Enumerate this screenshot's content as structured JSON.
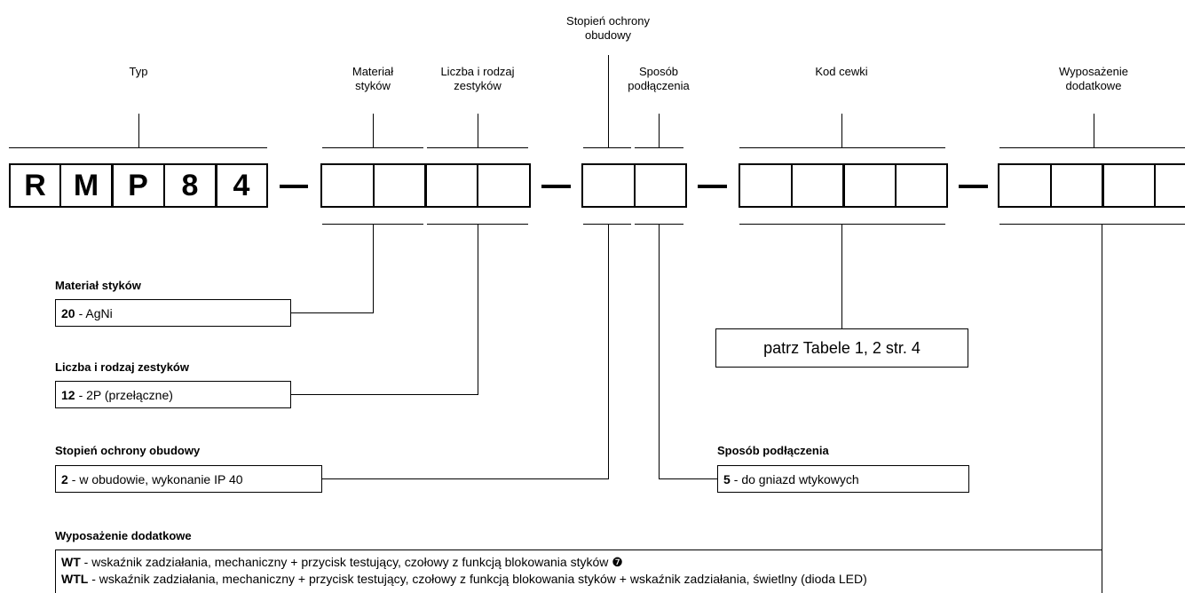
{
  "headers": {
    "typ": "Typ",
    "material": [
      "Materiał",
      "styków"
    ],
    "liczba": [
      "Liczba i rodzaj",
      "zestyków"
    ],
    "stopien": [
      "Stopień ochrony",
      "obudowy"
    ],
    "sposob": [
      "Sposób",
      "podłączenia"
    ],
    "kod": "Kod cewki",
    "wyposazenie": [
      "Wyposażenie",
      "dodatkowe"
    ]
  },
  "type_code": [
    "R",
    "M",
    "P",
    "8",
    "4"
  ],
  "dash": "–",
  "sections": {
    "material": {
      "title": "Materiał styków",
      "code": "20",
      "desc": " - AgNi"
    },
    "liczba": {
      "title": "Liczba i rodzaj zestyków",
      "code": "12",
      "desc": " - 2P (przełączne)"
    },
    "stopien": {
      "title": "Stopień ochrony obudowy",
      "code": "2",
      "desc": " - w obudowie, wykonanie IP 40"
    },
    "sposob": {
      "title": "Sposób podłączenia",
      "code": "5",
      "desc": " - do gniazd wtykowych"
    },
    "kod": {
      "note": "patrz Tabele 1, 2  str. 4"
    },
    "wyposazenie": {
      "title": "Wyposażenie dodatkowe",
      "items": [
        {
          "code": "WT",
          "desc": " - wskaźnik zadziałania, mechaniczny + przycisk testujący, czołowy z funkcją blokowania styków ❼"
        },
        {
          "code": "WTL",
          "desc": " - wskaźnik zadziałania, mechaniczny + przycisk testujący, czołowy z funkcją blokowania styków + wskaźnik zadziałania, świetlny (dioda LED)"
        }
      ]
    }
  }
}
